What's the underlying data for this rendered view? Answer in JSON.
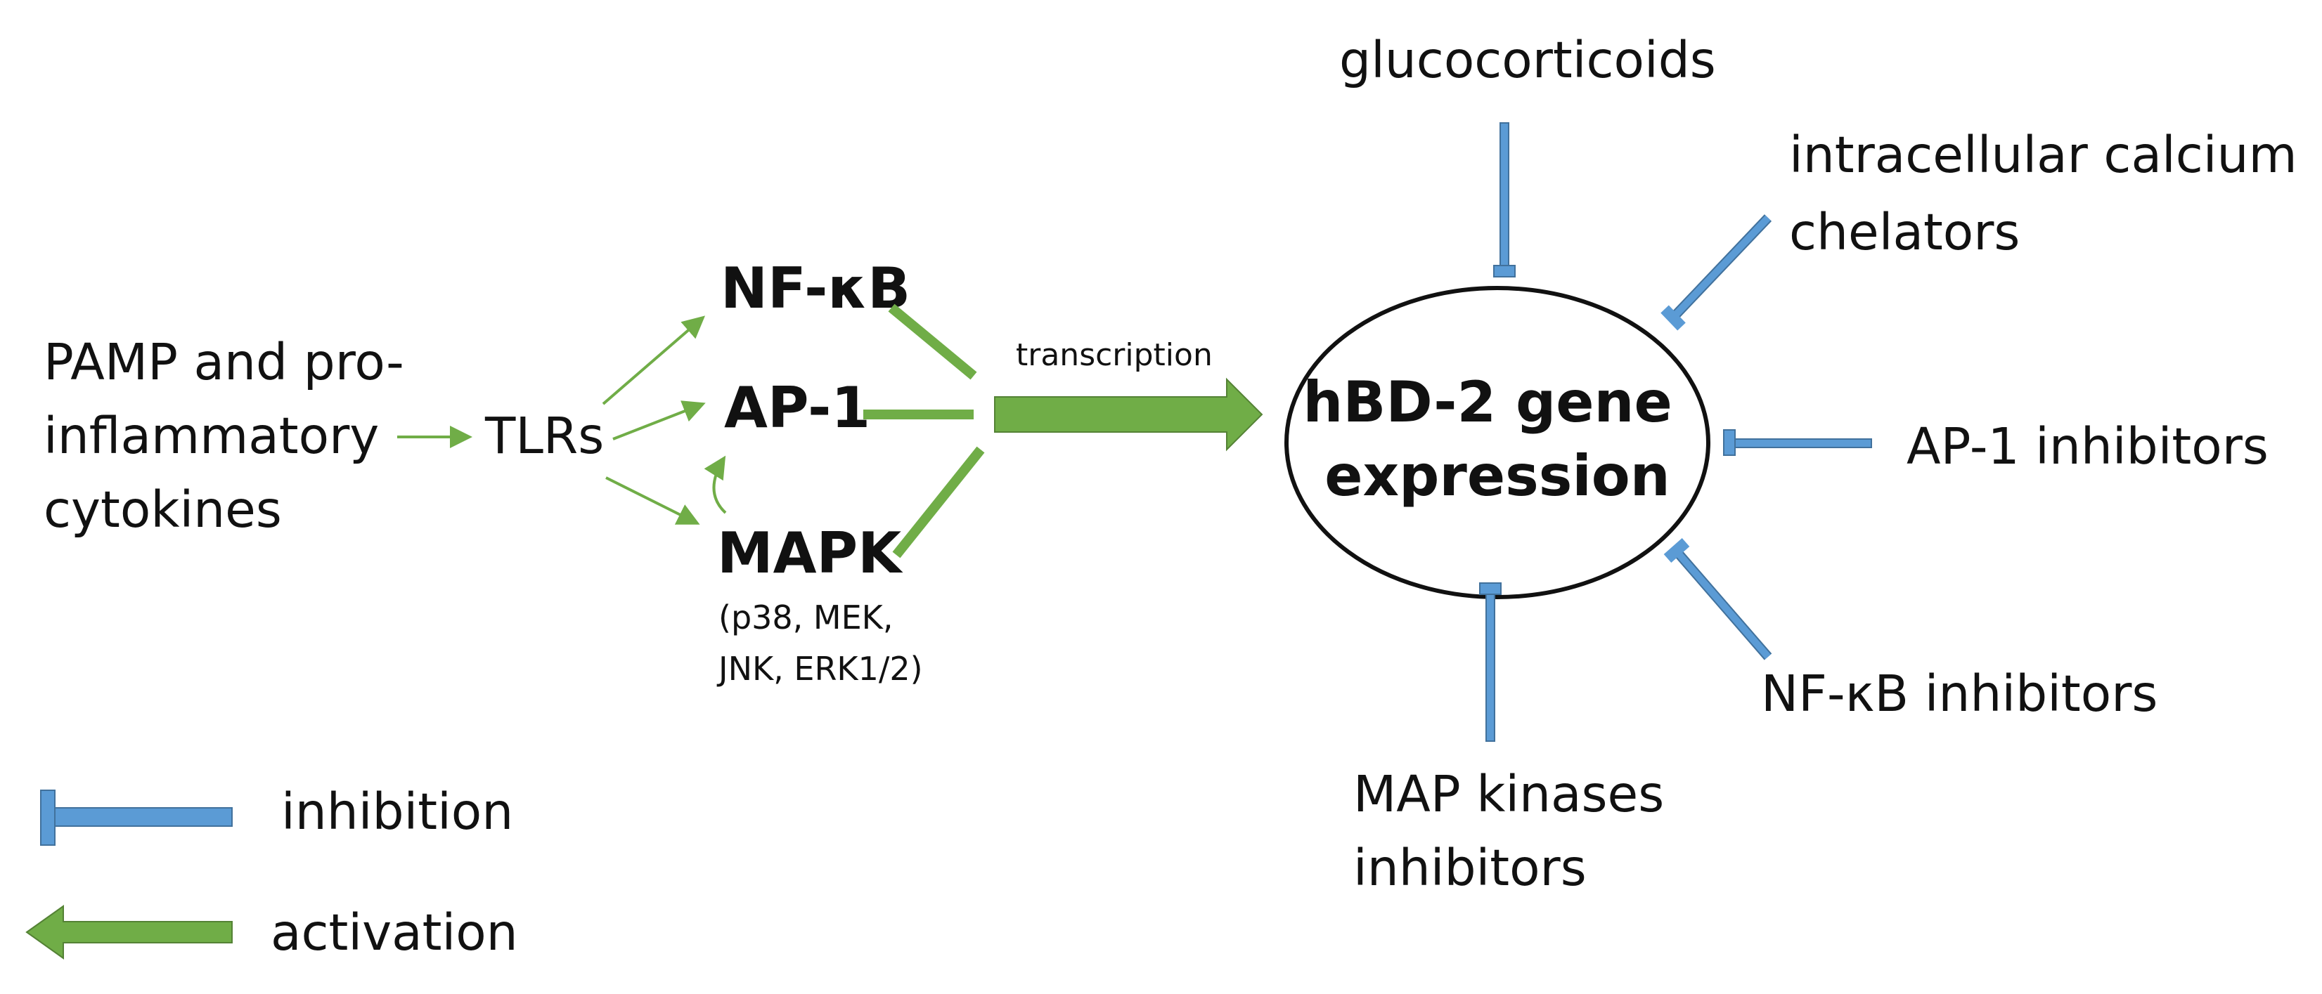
{
  "colors": {
    "activation": "#70ad47",
    "activation_light": "#8cc152",
    "inhibition": "#5b9bd5",
    "inhibition_dark": "#41719c",
    "text": "#111111"
  },
  "nodes": {
    "stimulus": [
      "PAMP and pro-",
      "inflammatory",
      "cytokines"
    ],
    "tlrs": "TLRs",
    "nfkb": "NF-κB",
    "ap1": "AP-1",
    "mapk": "MAPK",
    "mapk_detail": [
      "(p38, MEK,",
      "JNK, ERK1/2)"
    ],
    "transcription": "transcription",
    "target": [
      "hBD-2 gene",
      "expression"
    ]
  },
  "inhibitors": {
    "glucocorticoids": "glucocorticoids",
    "calcium": [
      "intracellular calcium",
      "chelators"
    ],
    "ap1": "AP-1 inhibitors",
    "nfkb": "NF-κB inhibitors",
    "map": [
      "MAP kinases",
      "inhibitors"
    ]
  },
  "legend": {
    "inhibition": "inhibition",
    "activation": "activation"
  }
}
